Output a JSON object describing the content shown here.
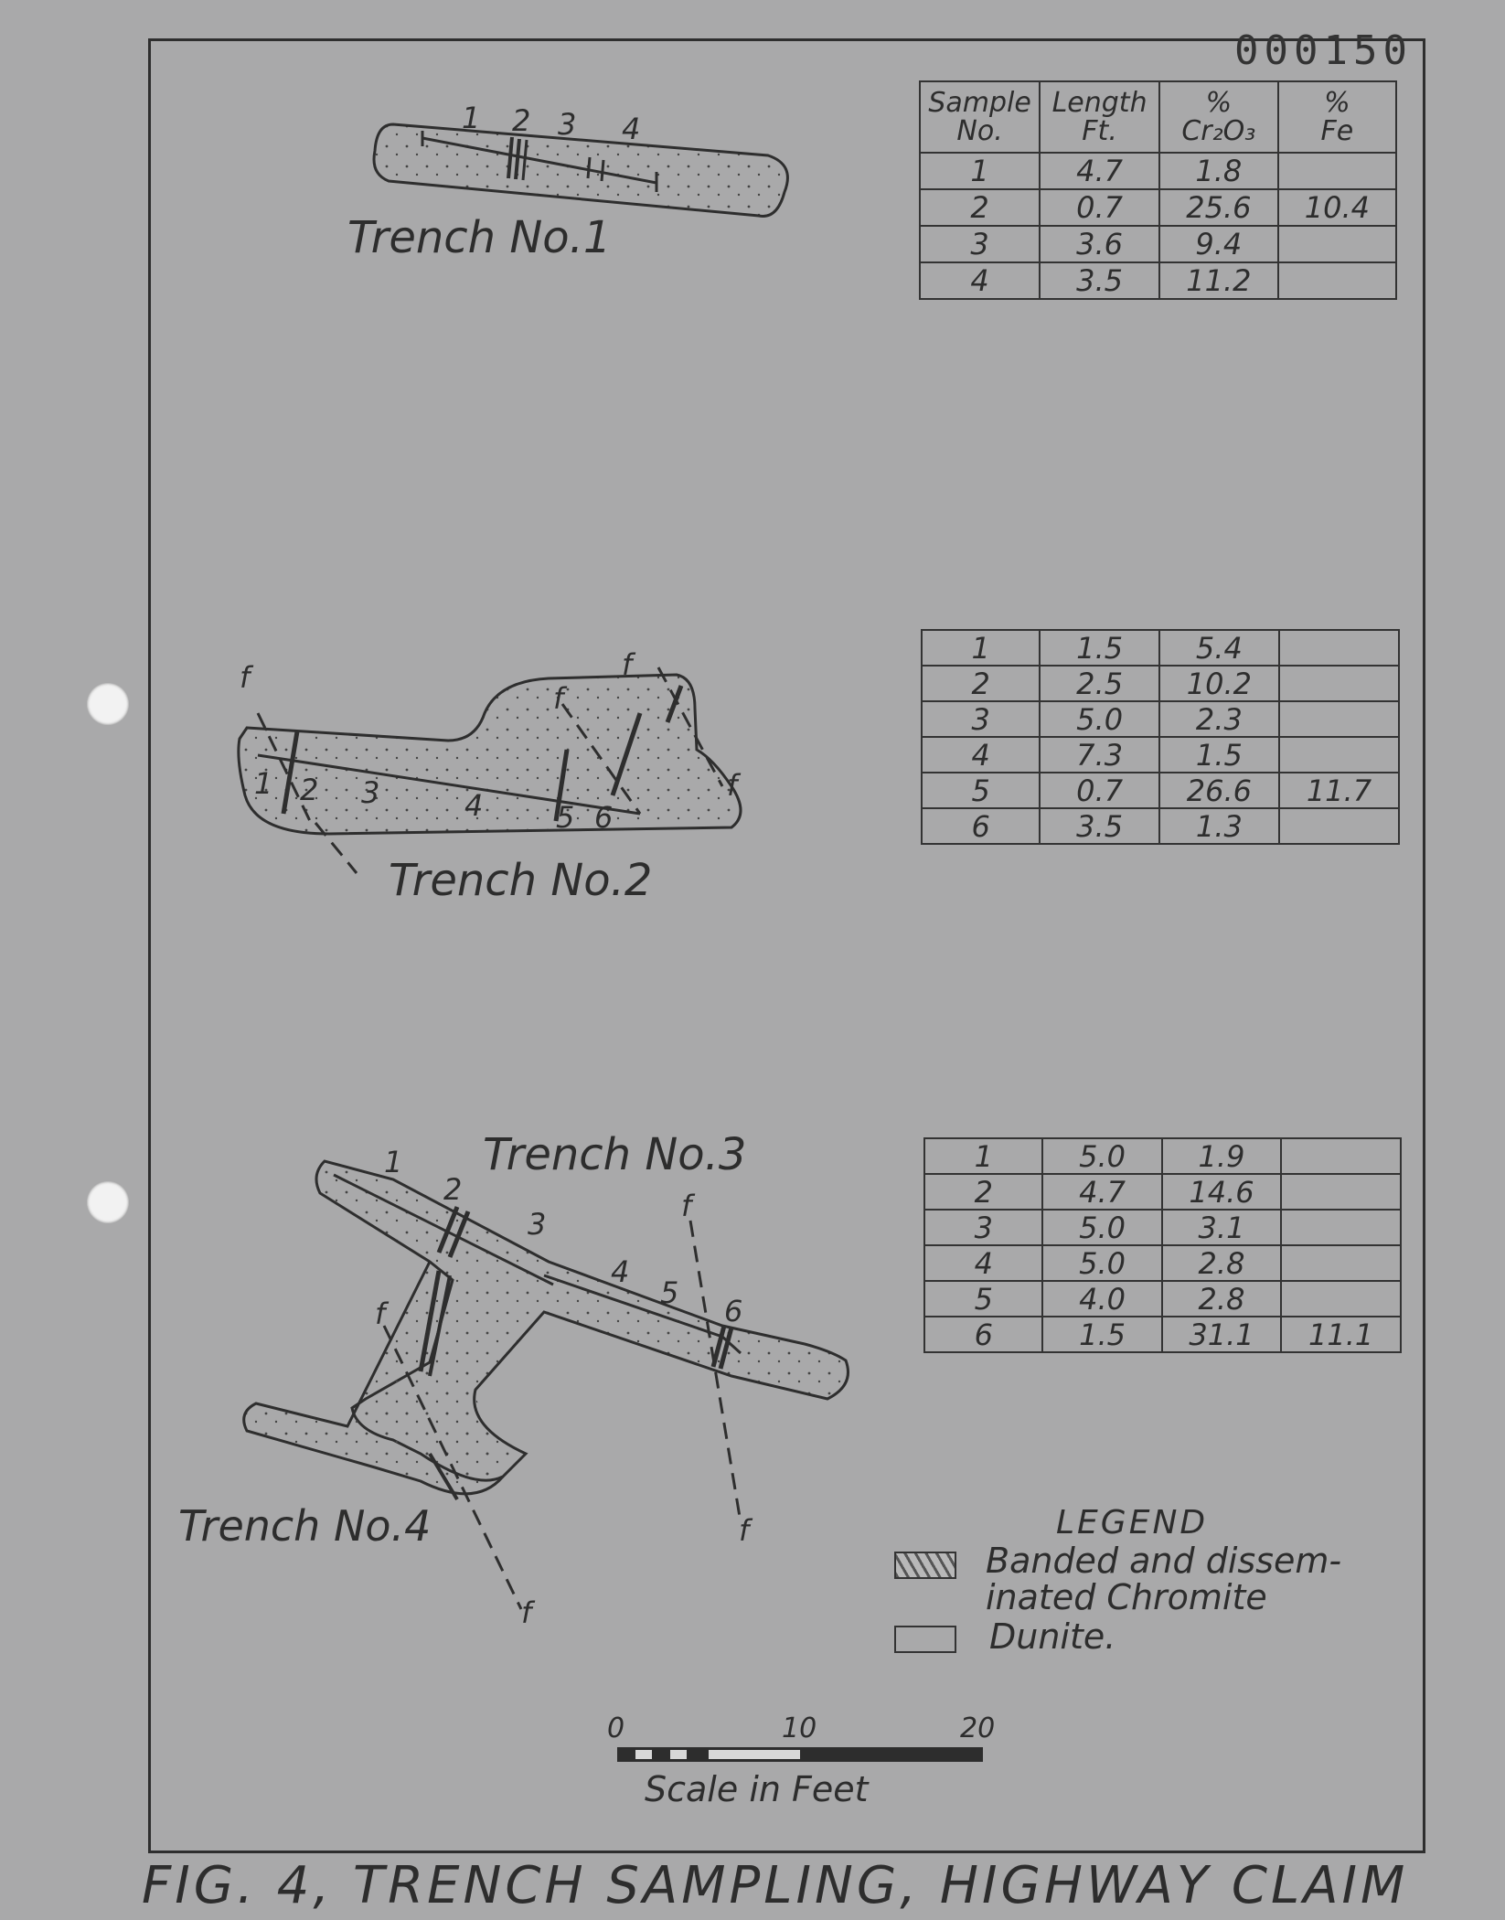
{
  "document_number": "000150",
  "trenches": {
    "t1": {
      "label": "Trench No.1",
      "sample_marks": [
        "1",
        "2",
        "3",
        "4"
      ]
    },
    "t2": {
      "label": "Trench No.2",
      "sample_marks": [
        "1",
        "2",
        "3",
        "4",
        "5",
        "6"
      ],
      "fault_symbol": "f"
    },
    "t3": {
      "label": "Trench No.3",
      "sample_marks": [
        "1",
        "2",
        "3",
        "4",
        "5",
        "6"
      ],
      "fault_symbol": "f"
    },
    "t4": {
      "label": "Trench No.4"
    }
  },
  "tables": {
    "headers": {
      "sample": [
        "Sample",
        "No."
      ],
      "length": [
        "Length",
        "Ft."
      ],
      "cr2o3": [
        "%",
        "Cr₂O₃"
      ],
      "fe": [
        "%",
        "Fe"
      ]
    },
    "trench1": [
      {
        "no": "1",
        "length": "4.7",
        "cr2o3": "1.8",
        "fe": ""
      },
      {
        "no": "2",
        "length": "0.7",
        "cr2o3": "25.6",
        "fe": "10.4"
      },
      {
        "no": "3",
        "length": "3.6",
        "cr2o3": "9.4",
        "fe": ""
      },
      {
        "no": "4",
        "length": "3.5",
        "cr2o3": "11.2",
        "fe": ""
      }
    ],
    "trench2": [
      {
        "no": "1",
        "length": "1.5",
        "cr2o3": "5.4",
        "fe": ""
      },
      {
        "no": "2",
        "length": "2.5",
        "cr2o3": "10.2",
        "fe": ""
      },
      {
        "no": "3",
        "length": "5.0",
        "cr2o3": "2.3",
        "fe": ""
      },
      {
        "no": "4",
        "length": "7.3",
        "cr2o3": "1.5",
        "fe": ""
      },
      {
        "no": "5",
        "length": "0.7",
        "cr2o3": "26.6",
        "fe": "11.7"
      },
      {
        "no": "6",
        "length": "3.5",
        "cr2o3": "1.3",
        "fe": ""
      }
    ],
    "trench3": [
      {
        "no": "1",
        "length": "5.0",
        "cr2o3": "1.9",
        "fe": ""
      },
      {
        "no": "2",
        "length": "4.7",
        "cr2o3": "14.6",
        "fe": ""
      },
      {
        "no": "3",
        "length": "5.0",
        "cr2o3": "3.1",
        "fe": ""
      },
      {
        "no": "4",
        "length": "5.0",
        "cr2o3": "2.8",
        "fe": ""
      },
      {
        "no": "5",
        "length": "4.0",
        "cr2o3": "2.8",
        "fe": ""
      },
      {
        "no": "6",
        "length": "1.5",
        "cr2o3": "31.1",
        "fe": "11.1"
      }
    ]
  },
  "legend": {
    "title": "LEGEND",
    "chromite_line1": "Banded and dissem-",
    "chromite_line2": "inated Chromite",
    "dunite": "Dunite."
  },
  "scale": {
    "tick_labels": [
      "0",
      "10",
      "20"
    ],
    "caption": "Scale in Feet"
  },
  "figure_title": "FIG. 4, TRENCH SAMPLING, HIGHWAY CLAIM"
}
